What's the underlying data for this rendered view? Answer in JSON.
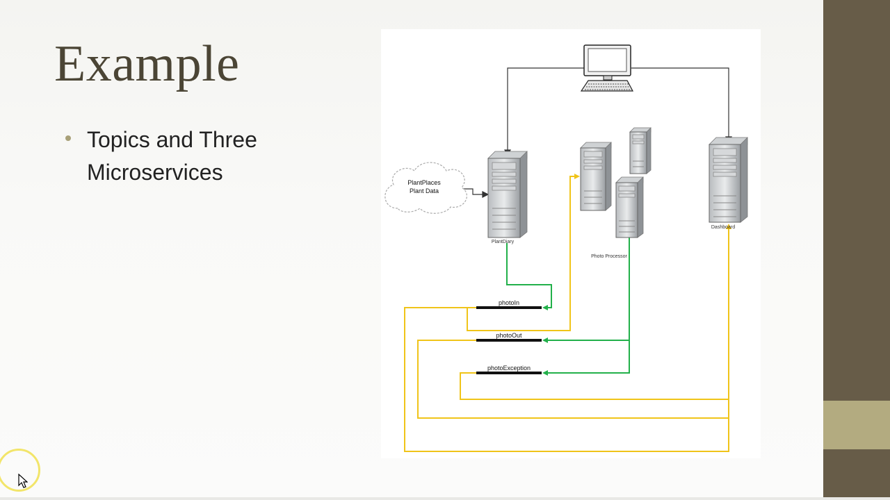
{
  "slide": {
    "title": "Example",
    "bullets": [
      "Topics and Three Microservices"
    ]
  },
  "diagram": {
    "cloud": {
      "line1": "PlantPlaces",
      "line2": "Plant Data"
    },
    "servers": {
      "plantdiary": "PlantDiary",
      "photo_processor": "Photo Processor",
      "dashboard": "Dashboard"
    },
    "topics": [
      "photoIn",
      "photoOut",
      "photoException"
    ]
  },
  "colors": {
    "title": "#4b4535",
    "side_bar": "#675c48",
    "side_accent": "#b3ab80",
    "bullet": "#a8a078",
    "connector_gray": "#333333",
    "connector_yellow": "#f0c419",
    "connector_green": "#22b04a",
    "topic_bar": "#111111"
  }
}
